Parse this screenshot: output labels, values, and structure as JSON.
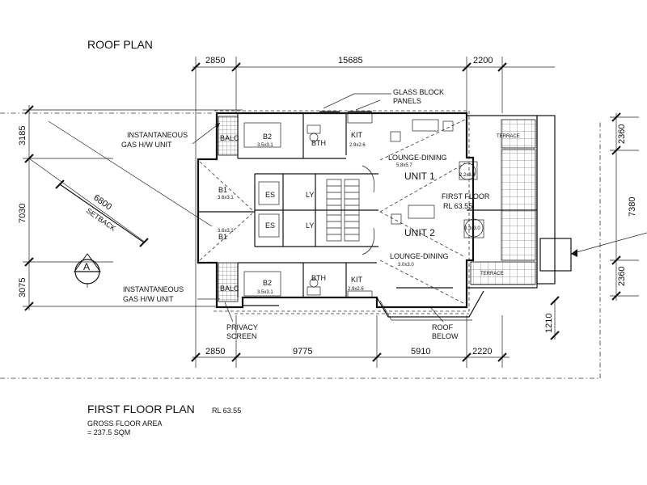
{
  "header": {
    "partial_title": "ROOF PLAN"
  },
  "title": {
    "main": "FIRST FLOOR PLAN",
    "rl": "RL 63.55"
  },
  "area": {
    "line1": "GROSS FLOOR AREA",
    "line2": "= 237.5 SQM"
  },
  "top_dims": [
    "2850",
    "15685",
    "2200"
  ],
  "bottom_dims": [
    "2850",
    "9775",
    "5910",
    "2220"
  ],
  "left_dims": [
    "3185",
    "7030",
    "3075"
  ],
  "right_dims": [
    "2360",
    "7380",
    "2360",
    "1210"
  ],
  "notes": {
    "glass_block_1": "GLASS BLOCK",
    "glass_block_2": "PANELS",
    "gas_top_1": "INSTANTANEOUS",
    "gas_top_2": "GAS H/W UNIT",
    "gas_bot_1": "INSTANTANEOUS",
    "gas_bot_2": "GAS H/W UNIT",
    "setback_val": "6800",
    "setback_label": "SETBACK",
    "privacy_1": "PRIVACY",
    "privacy_2": "SCREEN",
    "roof_1": "ROOF",
    "roof_2": "BELOW",
    "first_floor": "FIRST FLOOR",
    "first_floor_rl": "RL 63.55",
    "section_marker": "A"
  },
  "rooms": {
    "balc_top": "BALC",
    "balc_bot": "BALC",
    "b2_top": "B2",
    "b2_top_size": "3.5x3.1",
    "b2_bot": "B2",
    "b2_bot_size": "3.5x3.1",
    "bth_top": "BTH",
    "bth_bot": "BTH",
    "kit_top": "KIT",
    "kit_top_size": "2.9x2.6",
    "kit_bot": "KIT",
    "kit_bot_size": "2.9x2.6",
    "b1_top": "B1",
    "b1_top_size": "3.6x3.1",
    "b1_bot": "B1",
    "b1_bot_size": "3.6x3.1",
    "es_top": "ES",
    "es_bot": "ES",
    "ly_top": "LY",
    "ly_bot": "LY",
    "lounge_top": "LOUNGE-DINING",
    "lounge_top_size": "5.8x5.7",
    "lounge_bot": "LOUNGE-DINING",
    "lounge_bot_size": "3.0x3.0",
    "unit1": "UNIT 1",
    "unit2": "UNIT 2",
    "terrace_top": "TERRACE",
    "terrace_bot": "TERRACE",
    "table_top_size": "2.2x3.3",
    "table_bot_size": "3.3x3.0"
  }
}
